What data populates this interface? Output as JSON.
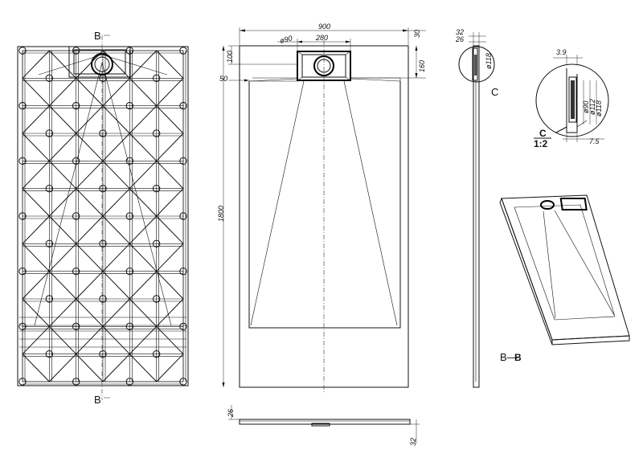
{
  "section_marks": {
    "top": "B",
    "bottom": "B"
  },
  "dimensions": {
    "width": "900",
    "top_right": "30",
    "drain_diameter": "ø90",
    "drain_width": "280",
    "top_offset": "100",
    "drain_depth": "160",
    "border": "50",
    "length": "1800",
    "side_height_1": "26",
    "side_height_2": "32"
  },
  "side_view": {
    "dim_1": "32",
    "dim_2": "26",
    "diameter": "ø118"
  },
  "detail": {
    "label": "C",
    "scale_label": "C",
    "scale": "1:2",
    "dim_top": "3.9",
    "dim_bottom": "7.5",
    "d1": "ø90",
    "d2": "ø112",
    "d3": "ø118"
  },
  "section_label": {
    "prefix": "B—",
    "letter": "B"
  }
}
